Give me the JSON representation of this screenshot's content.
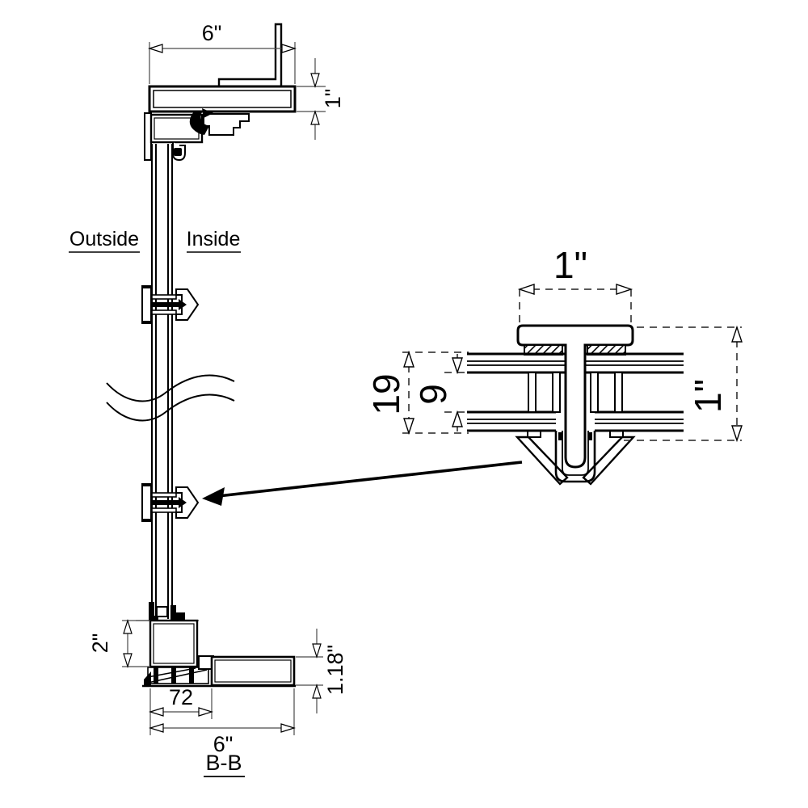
{
  "labels": {
    "outside": "Outside",
    "inside": "Inside",
    "section": "B-B"
  },
  "main_dims": {
    "head_width": "6\"",
    "head_tube_height": "1\"",
    "sill_box_height": "2\"",
    "sill_tube_height": "1.18\"",
    "sill_anchor_width": "72",
    "sill_width": "6\""
  },
  "detail_dims": {
    "cap_width": "1\"",
    "overall_height": "1\"",
    "glass_unit_thickness": "19",
    "air_space": "9"
  },
  "colors": {
    "profile_line": "#000000",
    "dimension_line": "#4a4a4a",
    "background": "#ffffff"
  }
}
